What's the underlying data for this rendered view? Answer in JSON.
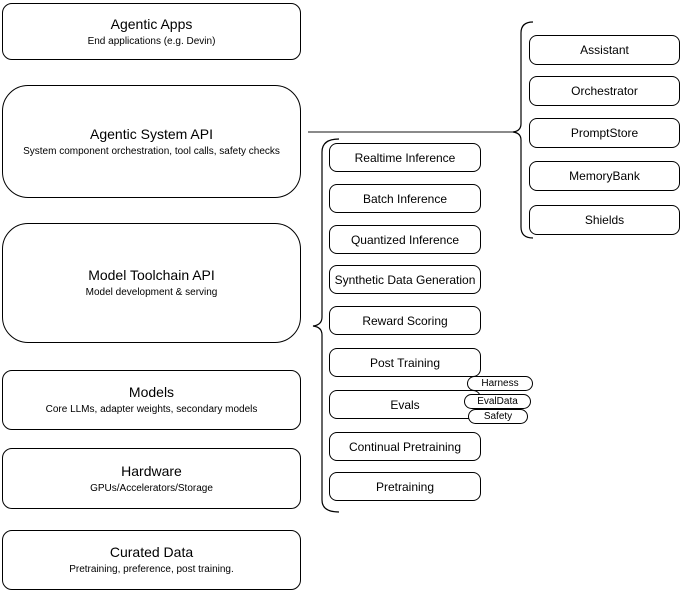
{
  "colors": {
    "stroke": "#000000",
    "background": "#ffffff"
  },
  "left_stack": [
    {
      "title": "Agentic Apps",
      "subtitle": "End applications (e.g. Devin)"
    },
    {
      "title": "Agentic System API",
      "subtitle": "System component orchestration, tool calls, safety checks"
    },
    {
      "title": "Model Toolchain API",
      "subtitle": "Model development & serving"
    },
    {
      "title": "Models",
      "subtitle": "Core LLMs, adapter weights, secondary models"
    },
    {
      "title": "Hardware",
      "subtitle": "GPUs/Accelerators/Storage"
    },
    {
      "title": "Curated Data",
      "subtitle": "Pretraining, preference, post training."
    }
  ],
  "toolchain_stack": [
    "Realtime Inference",
    "Batch Inference",
    "Quantized Inference",
    "Synthetic Data Generation",
    "Reward Scoring",
    "Post Training",
    "Evals",
    "Continual Pretraining",
    "Pretraining"
  ],
  "evals_pills": [
    "Harness",
    "EvalData",
    "Safety"
  ],
  "system_components": [
    "Assistant",
    "Orchestrator",
    "PromptStore",
    "MemoryBank",
    "Shields"
  ]
}
